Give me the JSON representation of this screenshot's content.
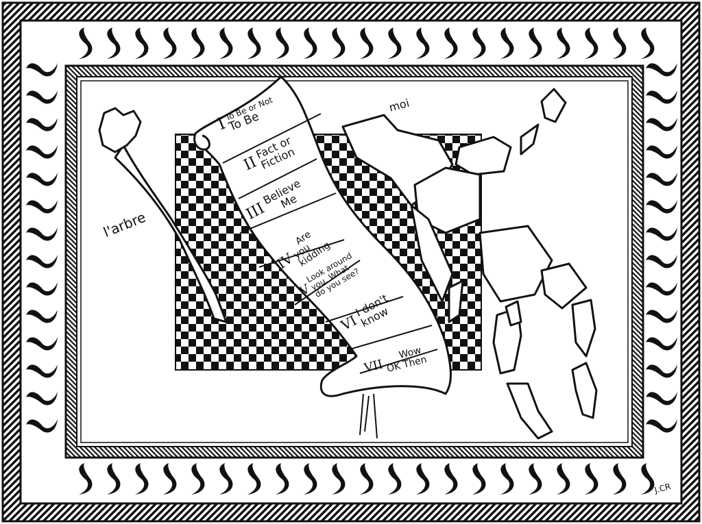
{
  "artwork": {
    "labels": {
      "tree": "l'arbre",
      "self": "moi",
      "signature": "J.CR"
    },
    "scroll": [
      {
        "numeral": "I",
        "lines": [
          "To Be or Not",
          "To Be"
        ]
      },
      {
        "numeral": "II",
        "lines": [
          "Fact or",
          "Fiction"
        ]
      },
      {
        "numeral": "III",
        "lines": [
          "Believe",
          "Me"
        ]
      },
      {
        "numeral": "IV",
        "lines": [
          "Are",
          "you",
          "kidding"
        ]
      },
      {
        "numeral": "V",
        "lines": [
          "Look around",
          "you. What",
          "do you see?"
        ]
      },
      {
        "numeral": "VI",
        "lines": [
          "I don't",
          "know"
        ]
      },
      {
        "numeral": "VII",
        "lines": [
          "Wow",
          "OK Then"
        ]
      }
    ],
    "colors": {
      "ink": "#111111",
      "paper": "#ffffff"
    }
  }
}
